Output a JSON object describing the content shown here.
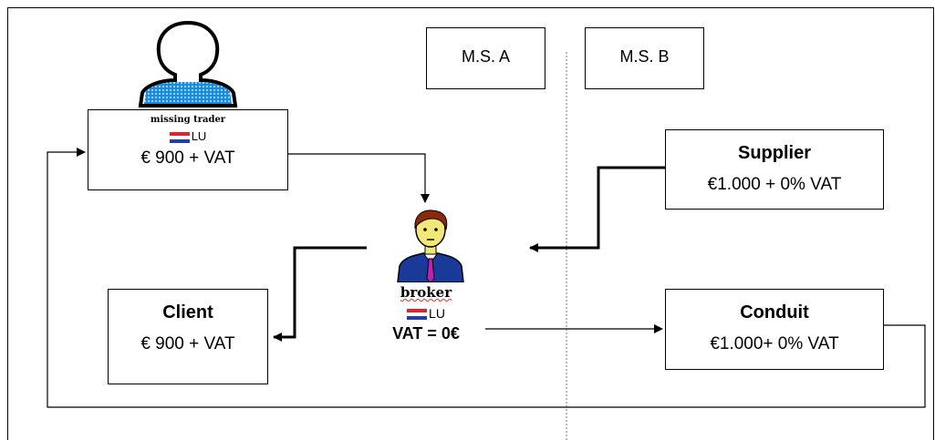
{
  "member_states": {
    "a": "M.S. A",
    "b": "M.S. B"
  },
  "missing_trader": {
    "name": "missing trader",
    "country": "LU",
    "price": "€ 900 + VAT"
  },
  "broker": {
    "name": "broker",
    "country": "LU",
    "vat": "VAT = 0€"
  },
  "supplier": {
    "title": "Supplier",
    "price": "€1.000 + 0% VAT"
  },
  "client": {
    "title": "Client",
    "price": "€ 900 + VAT"
  },
  "conduit": {
    "title": "Conduit",
    "price": "€1.000+ 0% VAT"
  },
  "colors": {
    "flag_red": "#e0242c",
    "flag_white": "#ffffff",
    "flag_blue": "#1f3fae",
    "person_blue": "#1e8bd8"
  }
}
